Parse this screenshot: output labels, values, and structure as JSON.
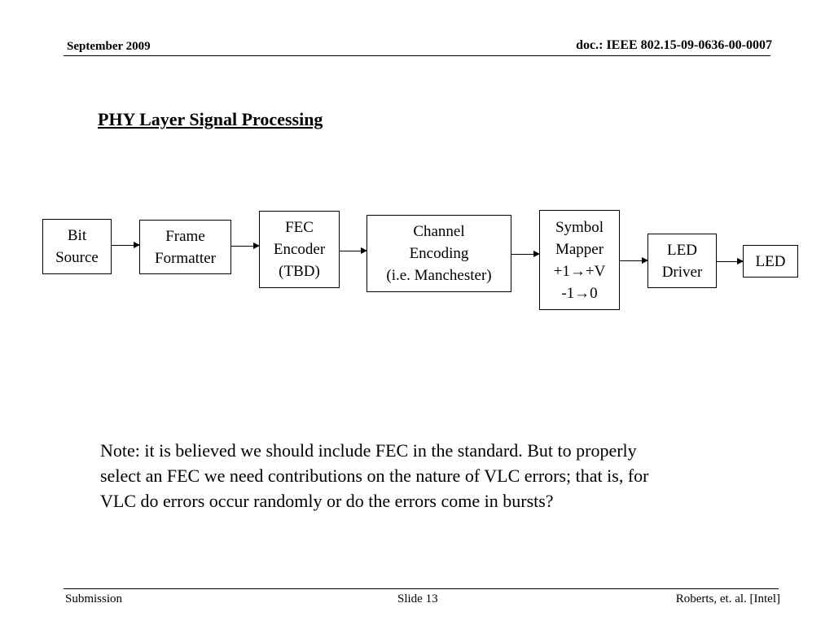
{
  "header": {
    "date": "September 2009",
    "doc_id": "doc.: IEEE 802.15-09-0636-00-0007"
  },
  "title": "PHY Layer Signal Processing",
  "diagram": {
    "blocks": {
      "bit_source": [
        "Bit",
        "Source"
      ],
      "frame_formatter": [
        "Frame",
        "Formatter"
      ],
      "fec_encoder": [
        "FEC",
        "Encoder",
        "(TBD)"
      ],
      "channel_encoding": [
        "Channel",
        "Encoding",
        "(i.e. Manchester)"
      ],
      "symbol_mapper": [
        "Symbol",
        "Mapper",
        "+1→+V",
        "-1→0"
      ],
      "led_driver": [
        "LED",
        "Driver"
      ],
      "led": [
        "LED"
      ]
    }
  },
  "note": {
    "lines": [
      "Note: it is believed we should include FEC in the standard.  But to properly",
      "select an FEC we need contributions on the nature of VLC errors; that is, for",
      "VLC do errors occur randomly or do the errors come in bursts?"
    ]
  },
  "footer": {
    "left": "Submission",
    "center": "Slide 13",
    "right": "Roberts, et. al. [Intel]"
  }
}
